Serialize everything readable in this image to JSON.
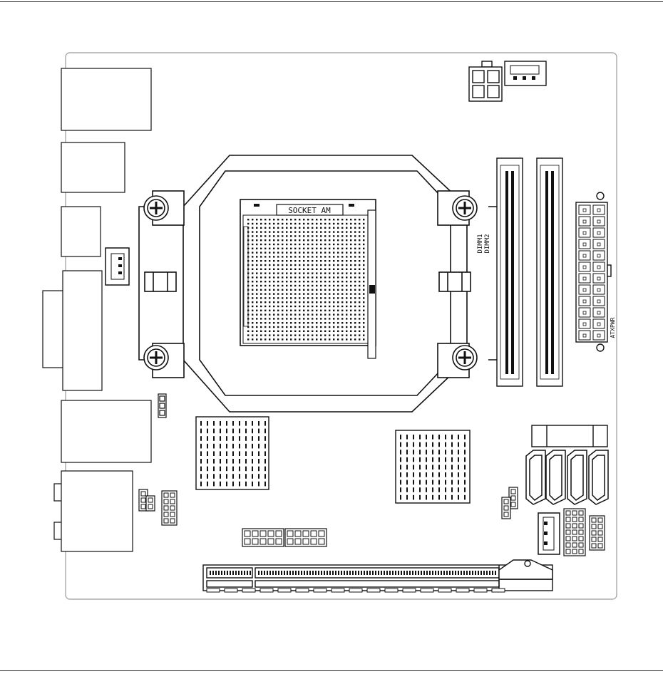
{
  "diagram": {
    "socket_label": "SOCKET AM",
    "dimm1_label": "DIMM1",
    "dimm2_label": "DIMM2",
    "atx_power_label": "ATXPWR"
  },
  "colors": {
    "line": "#111111",
    "board_outline": "#999999",
    "background": "#ffffff"
  },
  "icons": [
    "cpu-socket-icon",
    "retention-screw-icon"
  ]
}
